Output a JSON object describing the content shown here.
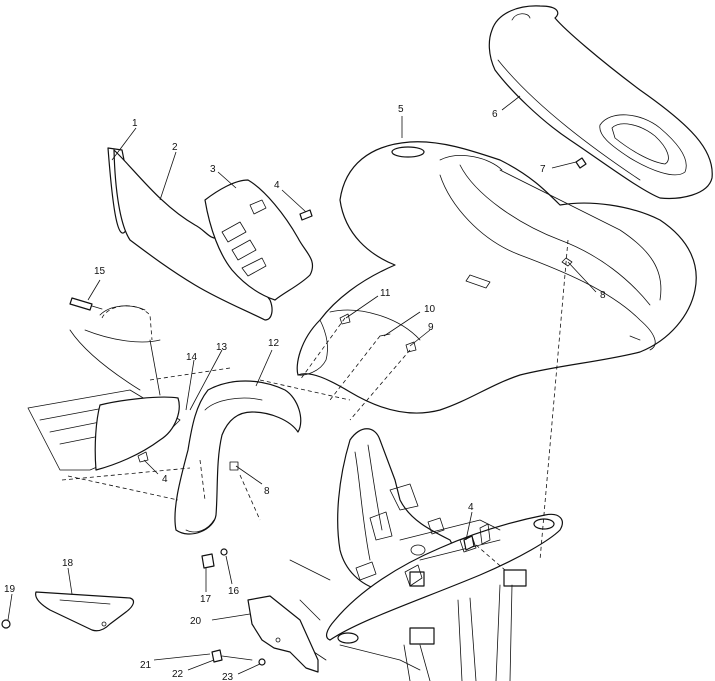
{
  "diagram": {
    "stroke_color": "#111111",
    "background_color": "#ffffff",
    "callouts": [
      {
        "id": "c1",
        "text": "1"
      },
      {
        "id": "c2",
        "text": "2"
      },
      {
        "id": "c3",
        "text": "3"
      },
      {
        "id": "c4a",
        "text": "4"
      },
      {
        "id": "c5",
        "text": "5"
      },
      {
        "id": "c6",
        "text": "6"
      },
      {
        "id": "c7",
        "text": "7"
      },
      {
        "id": "c8a",
        "text": "8"
      },
      {
        "id": "c9",
        "text": "9"
      },
      {
        "id": "c10",
        "text": "10"
      },
      {
        "id": "c11",
        "text": "11"
      },
      {
        "id": "c12",
        "text": "12"
      },
      {
        "id": "c13",
        "text": "13"
      },
      {
        "id": "c14",
        "text": "14"
      },
      {
        "id": "c15",
        "text": "15"
      },
      {
        "id": "c4b",
        "text": "4"
      },
      {
        "id": "c8b",
        "text": "8"
      },
      {
        "id": "c4c",
        "text": "4"
      },
      {
        "id": "c16",
        "text": "16"
      },
      {
        "id": "c17",
        "text": "17"
      },
      {
        "id": "c18",
        "text": "18"
      },
      {
        "id": "c19",
        "text": "19"
      },
      {
        "id": "c20",
        "text": "20"
      },
      {
        "id": "c21",
        "text": "21"
      },
      {
        "id": "c22",
        "text": "22"
      },
      {
        "id": "c23",
        "text": "23"
      }
    ]
  }
}
